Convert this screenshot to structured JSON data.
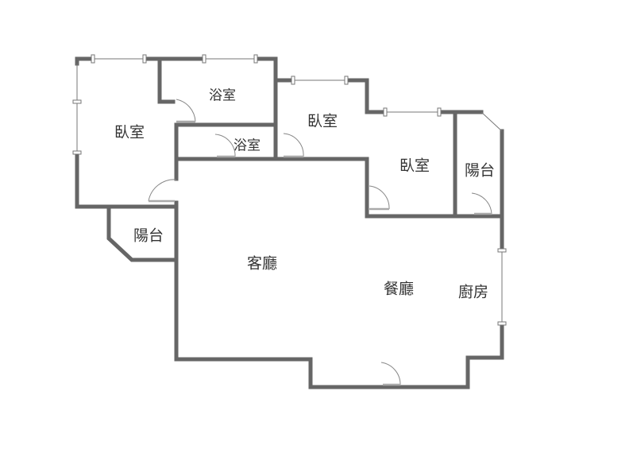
{
  "floorplan": {
    "wall_color": "#666666",
    "rooms": [
      {
        "id": "bedroom-1",
        "label": "臥室"
      },
      {
        "id": "bathroom-1",
        "label": "浴室"
      },
      {
        "id": "bathroom-2",
        "label": "浴室"
      },
      {
        "id": "bedroom-2",
        "label": "臥室"
      },
      {
        "id": "bedroom-3",
        "label": "臥室"
      },
      {
        "id": "balcony-right",
        "label": "陽台"
      },
      {
        "id": "balcony-left",
        "label": "陽台"
      },
      {
        "id": "living-room",
        "label": "客廳"
      },
      {
        "id": "dining-room",
        "label": "餐廳"
      },
      {
        "id": "kitchen",
        "label": "廚房"
      }
    ]
  }
}
